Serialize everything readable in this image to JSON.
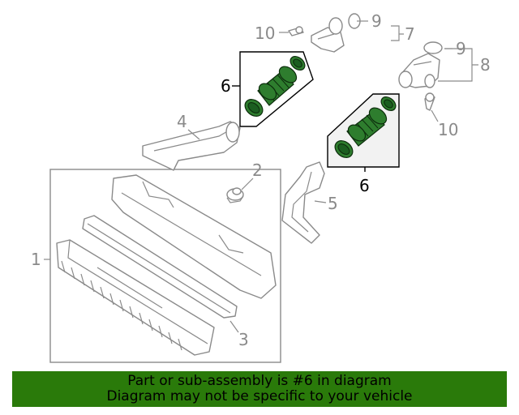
{
  "callouts": {
    "c1": "1",
    "c2": "2",
    "c3": "3",
    "c4": "4",
    "c5": "5",
    "c6a": "6",
    "c6b": "6",
    "c7": "7",
    "c8": "8",
    "c9a": "9",
    "c9b": "9",
    "c10a": "10",
    "c10b": "10"
  },
  "banner": {
    "line1": "Part or sub-assembly is #6 in diagram",
    "line2": "Diagram may not be specific to your vehicle"
  },
  "colors": {
    "highlight": "#2e7d2e",
    "banner_bg": "#2a7a0a",
    "linework": "#8a8a8a"
  }
}
